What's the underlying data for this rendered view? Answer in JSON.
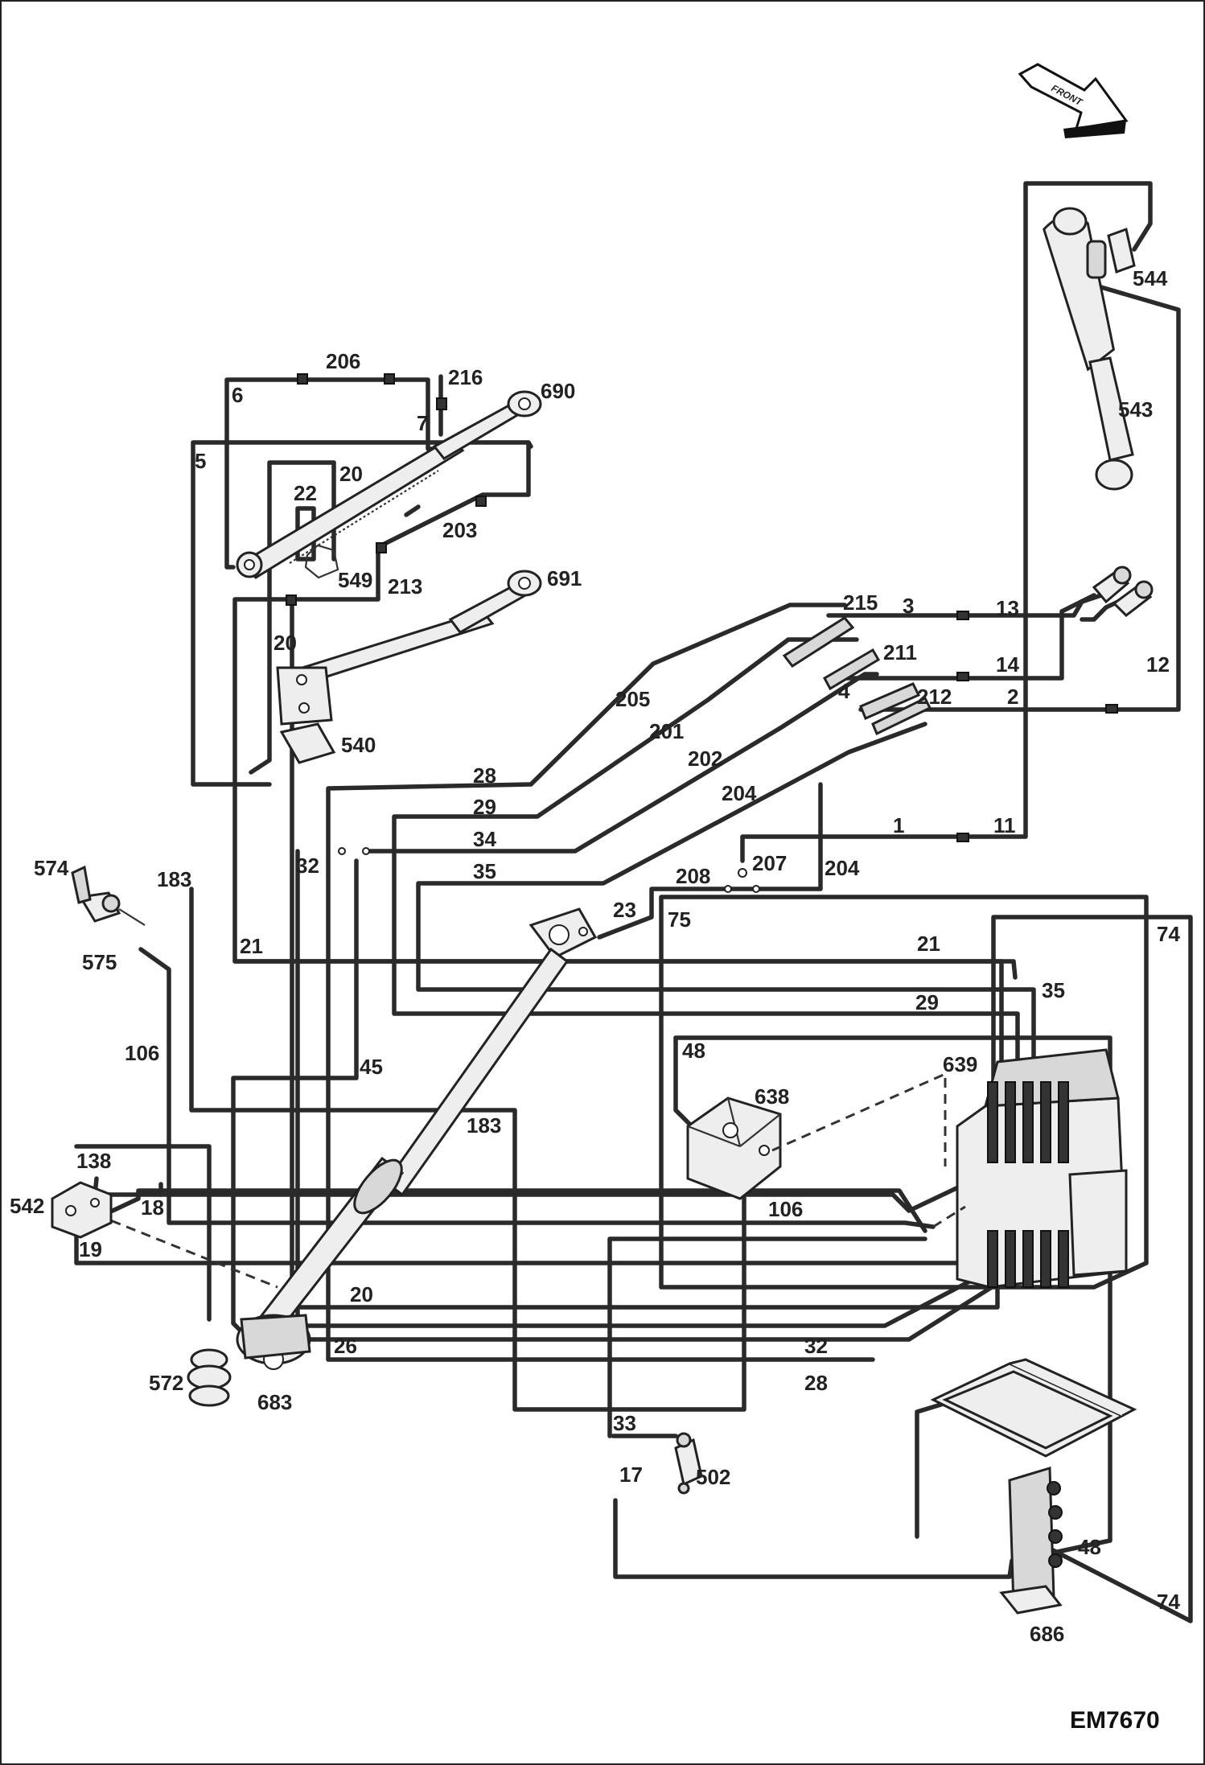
{
  "drawing_code": "EM7670",
  "direction_arrow": {
    "label": "FRONT",
    "icon": "front-arrow-icon"
  },
  "line_labels": {
    "l206": "206",
    "l216": "216",
    "l6": "6",
    "l7": "7",
    "l5": "5",
    "l20a": "20",
    "l22": "22",
    "l203": "203",
    "l549": "549",
    "l213": "213",
    "l20b": "20",
    "l540": "540",
    "l215": "215",
    "l3": "3",
    "l13": "13",
    "l211": "211",
    "l14": "14",
    "l4": "4",
    "l212": "212",
    "l2": "2",
    "l12": "12",
    "l205": "205",
    "l201": "201",
    "l202": "202",
    "l204a": "204",
    "l28a": "28",
    "l29a": "29",
    "l34": "34",
    "l35a": "35",
    "l1": "1",
    "l11": "11",
    "l207": "207",
    "l204b": "204",
    "l32a": "32",
    "l208": "208",
    "l23": "23",
    "l75": "75",
    "l74a": "74",
    "l21a": "21",
    "l21b": "21",
    "l35b": "35",
    "l29b": "29",
    "l183a": "183",
    "l106a": "106",
    "l45": "45",
    "l183b": "183",
    "l48a": "48",
    "l638": "638",
    "l639": "639",
    "l138": "138",
    "l18": "18",
    "l19": "19",
    "l106b": "106",
    "l20c": "20",
    "l26": "26",
    "l32b": "32",
    "l28b": "28",
    "l33": "33",
    "l17": "17",
    "l48b": "48",
    "l74b": "74"
  },
  "component_labels": {
    "c690": "690",
    "c691": "691",
    "c544": "544",
    "c543": "543",
    "c574": "574",
    "c575": "575",
    "c542": "542",
    "c572": "572",
    "c683": "683",
    "c502": "502",
    "c686": "686"
  }
}
